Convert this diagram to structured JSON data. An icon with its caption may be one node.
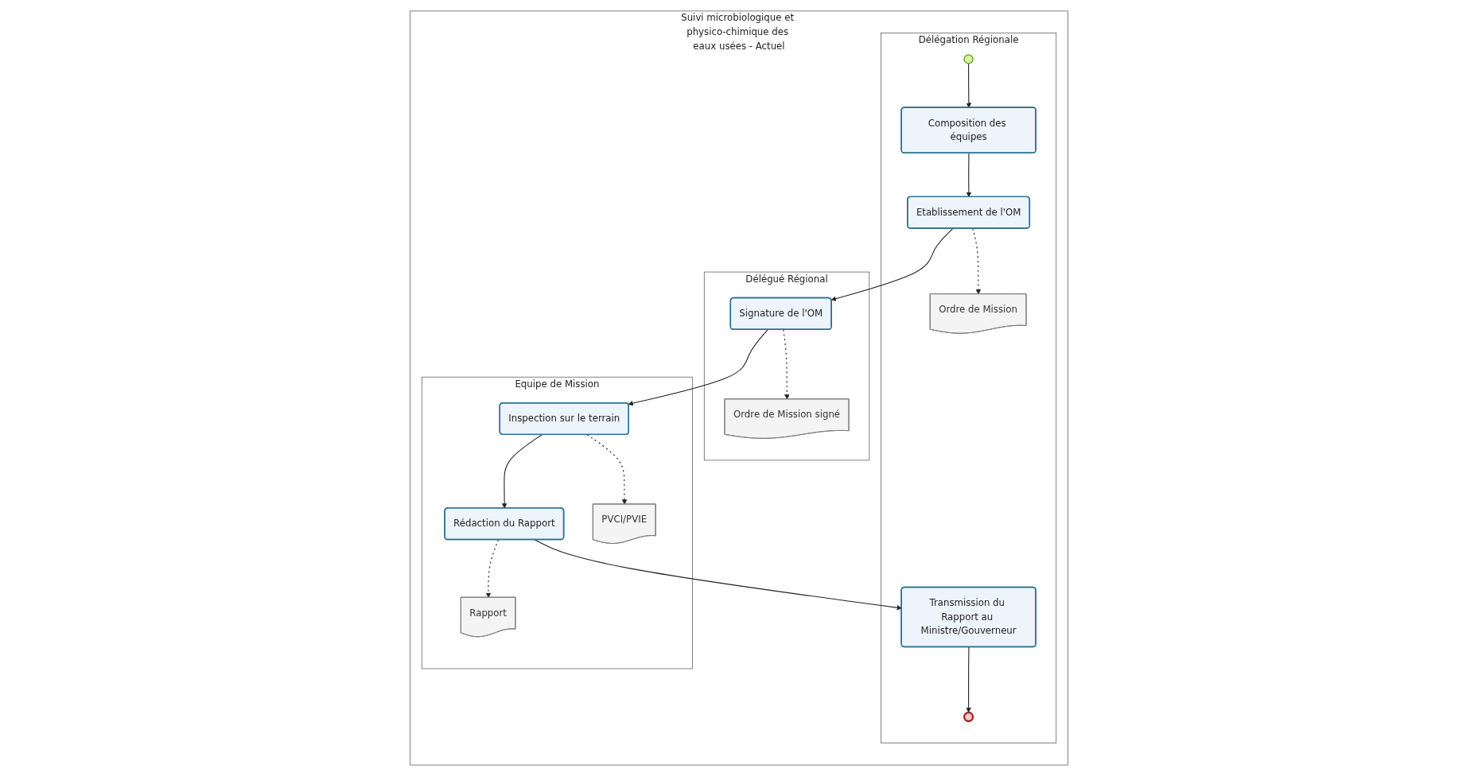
{
  "diagram": {
    "nodes": [
      {
        "text": [
          "Suivi microbiologique et physico-chimique des eaux usées - Actuel"
        ]
      },
      {
        "text": [
          "Délégation Régionale"
        ],
        "in": 0
      },
      {
        "text": [],
        "shape": "circle",
        "in": 1
      },
      {
        "text": [
          "Composition des équipes"
        ],
        "in": 1
      },
      {
        "text": [
          "Etablissement de l'OM"
        ],
        "in": 1
      },
      {
        "text": [
          "Ordre de Mission"
        ],
        "in": 1
      },
      {
        "text": [
          "Transmission du Rapport au Ministre/Gouverneur"
        ],
        "in": 1
      },
      {
        "text": [],
        "shape": "circle",
        "in": 1
      },
      {
        "text": [
          "Délégué Régional"
        ],
        "in": 0
      },
      {
        "text": [
          "Signature de l'OM"
        ],
        "in": 8
      },
      {
        "text": [
          "Ordre de Mission signé"
        ],
        "in": 8
      },
      {
        "text": [
          "Equipe de Mission"
        ],
        "in": 0
      },
      {
        "text": [
          "Inspection sur le terrain"
        ],
        "in": 11
      },
      {
        "text": [
          "Rédaction du Rapport"
        ],
        "in": 11
      },
      {
        "text": [
          "PVCI/PVIE"
        ],
        "in": 11
      },
      {
        "text": [
          "Rapport"
        ],
        "in": 11
      }
    ],
    "edges": [
      {
        "from": 2,
        "to": 3,
        "arrow": "to"
      },
      {
        "from": 3,
        "to": 4,
        "arrow": "to"
      },
      {
        "from": 4,
        "to": 5,
        "arrow": "to",
        "style": "dashed"
      },
      {
        "from": 4,
        "to": 9,
        "arrow": "to"
      },
      {
        "from": 9,
        "to": 10,
        "arrow": "to",
        "style": "dashed"
      },
      {
        "from": 9,
        "to": 12,
        "arrow": "to"
      },
      {
        "from": 12,
        "to": 13,
        "arrow": "to"
      },
      {
        "from": 12,
        "to": 14,
        "arrow": "to",
        "style": "dashed"
      },
      {
        "from": 13,
        "to": 15,
        "arrow": "to",
        "style": "dashed"
      },
      {
        "from": 13,
        "to": 6,
        "arrow": "to"
      },
      {
        "from": 6,
        "to": 7,
        "arrow": "to"
      }
    ]
  }
}
